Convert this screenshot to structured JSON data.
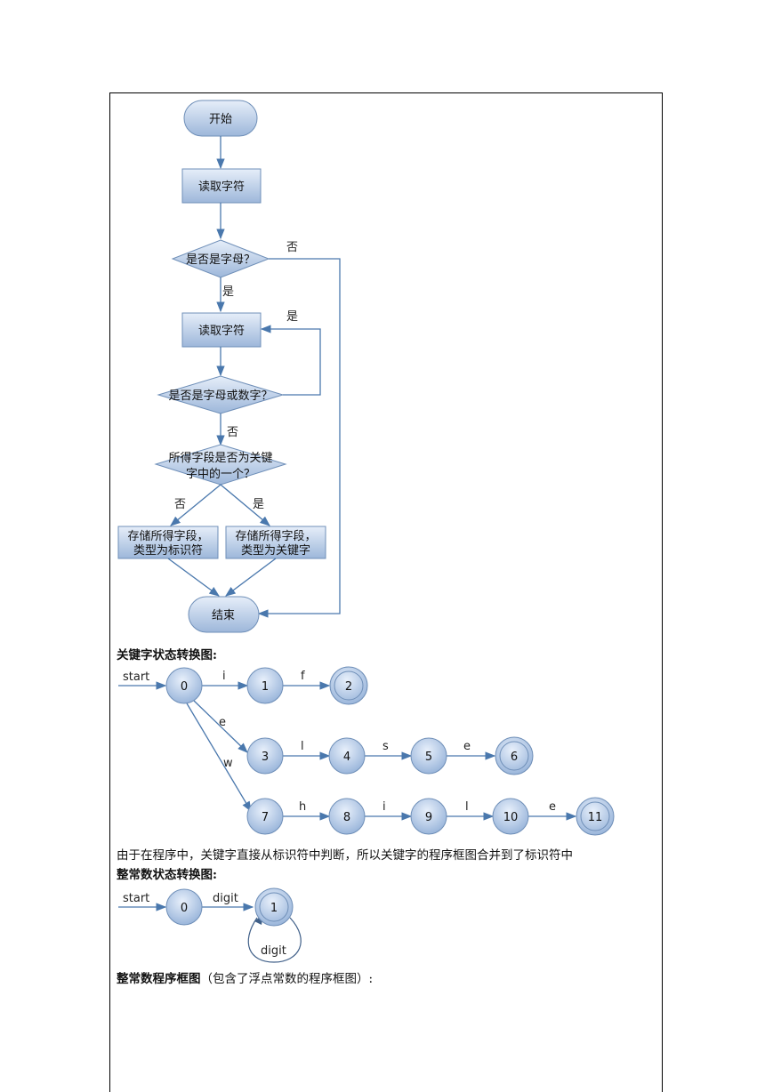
{
  "flowchart": {
    "start": "开始",
    "read1": "读取字符",
    "decision_letter": "是否是字母？",
    "read2": "读取字符",
    "decision_alnum": "是否是字母或数字？",
    "decision_keyword_1": "所得字段是否为关键",
    "decision_keyword_2": "字中的一个？",
    "store_id_1": "存储所得字段，",
    "store_id_2": "类型为标识符",
    "store_kw_1": "存储所得字段，",
    "store_kw_2": "类型为关键字",
    "end": "结束",
    "label_no_1": "否",
    "label_yes_1": "是",
    "label_yes_loop": "是",
    "label_no_2": "否",
    "label_no_3": "否",
    "label_yes_3": "是"
  },
  "keyword_section": {
    "heading": "关键字状态转换图:",
    "start_label": "start",
    "states": [
      "0",
      "1",
      "2",
      "3",
      "4",
      "5",
      "6",
      "7",
      "8",
      "9",
      "10",
      "11"
    ],
    "accepting_states": [
      "2",
      "6",
      "11"
    ],
    "edge_labels": {
      "e01": "i",
      "e12": "f",
      "e03": "e",
      "e34": "l",
      "e45": "s",
      "e56": "e",
      "e07": "w",
      "e78": "h",
      "e89": "i",
      "e910": "l",
      "e1011": "e"
    },
    "note": "由于在程序中，关键字直接从标识符中判断，所以关键字的程序框图合并到了标识符中"
  },
  "integer_section": {
    "heading": "整常数状态转换图:",
    "start_label": "start",
    "states": [
      "0",
      "1"
    ],
    "accepting_states": [
      "1"
    ],
    "edge_label": "digit",
    "loop_label": "digit"
  },
  "program_section": {
    "heading_bold": "整常数程序框图",
    "heading_normal": "（包含了浮点常数的程序框图）:"
  },
  "colors": {
    "node_light": "#dce7f5",
    "node_dark": "#9fb9dc",
    "stroke": "#6f8fb8",
    "arrow": "#4a78ad"
  }
}
